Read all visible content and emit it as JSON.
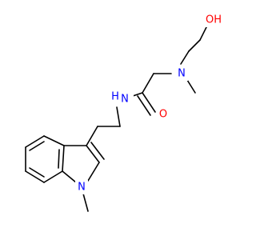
{
  "molecule": {
    "atoms": {
      "oh": "OH",
      "amine_n": "N",
      "amide_n": "N",
      "amide_h": "H",
      "carbonyl_o": "O",
      "indole_n": "N"
    },
    "colors": {
      "bond": "#000000",
      "oxygen": "#ff0000",
      "nitrogen": "#0000ff"
    }
  }
}
